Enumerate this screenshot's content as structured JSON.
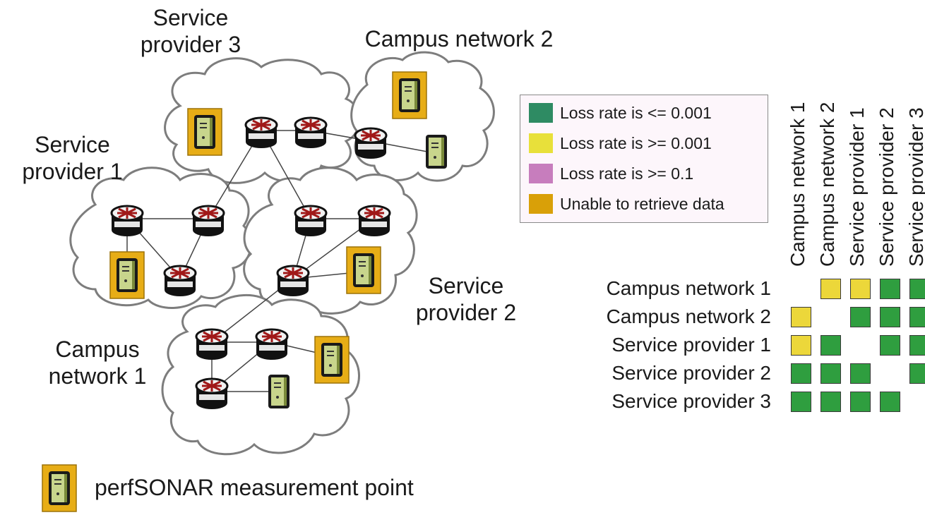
{
  "networks": {
    "sp3": "Service\nprovider 3",
    "cn2": "Campus network 2",
    "sp1": "Service\nprovider 1",
    "sp2": "Service\nprovider 2",
    "cn1": "Campus\nnetwork 1"
  },
  "legend": {
    "items": [
      {
        "label": "Loss rate is <= 0.001",
        "color": "#2e8b63"
      },
      {
        "label": "Loss rate is >= 0.001",
        "color": "#e8e03a"
      },
      {
        "label": "Loss rate is >= 0.1",
        "color": "#c77dbd"
      },
      {
        "label": "Unable to retrieve data",
        "color": "#d9a008"
      }
    ]
  },
  "matrix": {
    "columns": [
      "Campus network 1",
      "Campus network 2",
      "Service provider 1",
      "Service provider 2",
      "Service provider 3"
    ],
    "rows": [
      "Campus network 1",
      "Campus network 2",
      "Service provider 1",
      "Service provider 2",
      "Service provider 3"
    ],
    "cells": [
      [
        null,
        "yellow",
        "yellow",
        "green",
        "green"
      ],
      [
        "yellow",
        null,
        "green",
        "green",
        "green"
      ],
      [
        "yellow",
        "green",
        null,
        "green",
        "green"
      ],
      [
        "green",
        "green",
        "green",
        null,
        "green"
      ],
      [
        "green",
        "green",
        "green",
        "green",
        null
      ]
    ],
    "colors": {
      "green": "#2f9e3f",
      "yellow": "#ecd73a"
    }
  },
  "footer": {
    "label": "perfSONAR measurement point"
  },
  "icons": {
    "router": "router-icon",
    "server": "server-icon",
    "measurement": "perfsonar-measurement-point-icon"
  }
}
